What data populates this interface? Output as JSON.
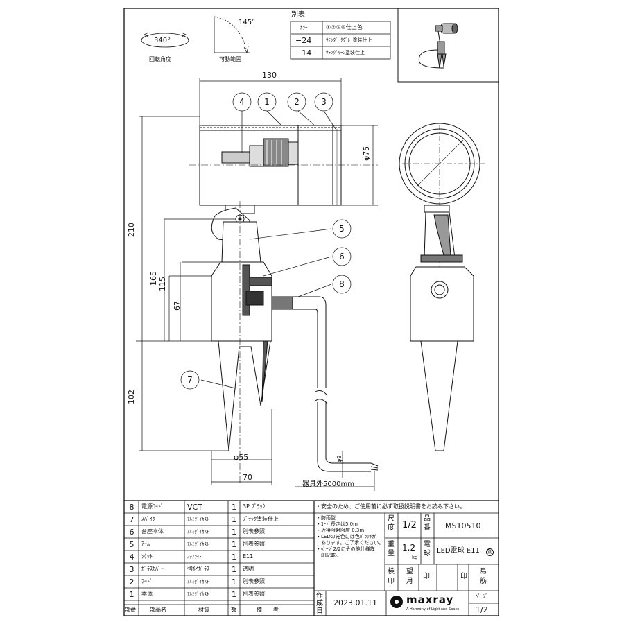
{
  "header_icons": {
    "rotation_value": "340°",
    "rotation_label": "回転角度",
    "movable_value": "145°",
    "movable_label": "可動範囲"
  },
  "variant_table": {
    "title": "別表",
    "header_left": "ｶﾗｰ",
    "header_right": "①②⑤⑥仕上色",
    "rows": [
      {
        "code": "−24",
        "finish": "ｻﾃﾝﾀﾞｰｸｸﾞﾚｰ塗装仕上"
      },
      {
        "code": "−14",
        "finish": "ｻﾃﾝｸﾞﾘｰﾝ塗装仕上"
      }
    ]
  },
  "dimensions": {
    "width_130": "130",
    "dia_75": "φ75",
    "h_210": "210",
    "h_165": "165",
    "h_115": "115",
    "h_67": "67",
    "h_102": "102",
    "dia_55": "φ55",
    "w_70": "70",
    "dia_9": "φ9",
    "cord_length": "器具外5000mm"
  },
  "callouts": [
    "1",
    "2",
    "3",
    "4",
    "5",
    "6",
    "7",
    "8"
  ],
  "parts": [
    {
      "no": "8",
      "name": "電源ｺｰﾄﾞ",
      "material": "VCT",
      "qty": "1",
      "note": "3P ﾌﾞﾗｯｸ"
    },
    {
      "no": "7",
      "name": "ｽﾊﾟｲｸ",
      "material": "ｱﾙﾐﾀﾞｲｶｽﾄ",
      "qty": "1",
      "note": "ﾌﾞﾗｯｸ塗装仕上"
    },
    {
      "no": "6",
      "name": "台座本体",
      "material": "ｱﾙﾐﾀﾞｲｶｽﾄ",
      "qty": "1",
      "note": "別表参照"
    },
    {
      "no": "5",
      "name": "ｱｰﾑ",
      "material": "ｱﾙﾐﾀﾞｲｶｽﾄ",
      "qty": "1",
      "note": "別表参照"
    },
    {
      "no": "4",
      "name": "ｿｹｯﾄ",
      "material": "ｽﾃｱﾗｲﾄ",
      "qty": "1",
      "note": "E11"
    },
    {
      "no": "3",
      "name": "ｶﾞﾗｽｶﾊﾞｰ",
      "material": "強化ｶﾞﾗｽ",
      "qty": "1",
      "note": "透明"
    },
    {
      "no": "2",
      "name": "ﾌｰﾄﾞ",
      "material": "ｱﾙﾐﾀﾞｲｶｽﾄ",
      "qty": "1",
      "note": "別表参照"
    },
    {
      "no": "1",
      "name": "本体",
      "material": "ｱﾙﾐﾀﾞｲｶｽﾄ",
      "qty": "1",
      "note": "別表参照"
    }
  ],
  "parts_header": {
    "no": "部番",
    "name": "部品名",
    "material": "材質",
    "qty": "数",
    "note": "備　　考"
  },
  "title_block": {
    "notice": "・安全のため、ご使用前に必ず取扱説明書をお読み下さい。",
    "notes": [
      "・防雨型",
      "・ｺｰﾄﾞ長さは5.0m",
      "・近接限射限度 0.3m",
      "・LEDの光色には色ﾊﾞﾗﾂｷが",
      "　あります。ご了承ください。",
      "・ﾍﾟｰｼﾞ2/2にその他仕様詳",
      "　細記載。"
    ],
    "scale_label": "尺度",
    "scale_value": "1/2",
    "product_no_label": "品番",
    "product_no": "MS10510",
    "weight_label": "重量",
    "weight_value": "1.2",
    "weight_unit": "kg",
    "bulb_label": "電球",
    "bulb_value": "LED電球 E11",
    "bulb_mark": "別",
    "inspect_label": "検印",
    "approve_label": "望月",
    "seal_label": "印",
    "seal_label2": "印",
    "drafter": "島筋",
    "made_label": "作成日",
    "date": "2023.01.11",
    "brand": "maxray",
    "brand_tagline": "A Harmony of Light and Space",
    "page_label": "ﾍﾟｰｼﾞ",
    "page_value": "1/2"
  }
}
